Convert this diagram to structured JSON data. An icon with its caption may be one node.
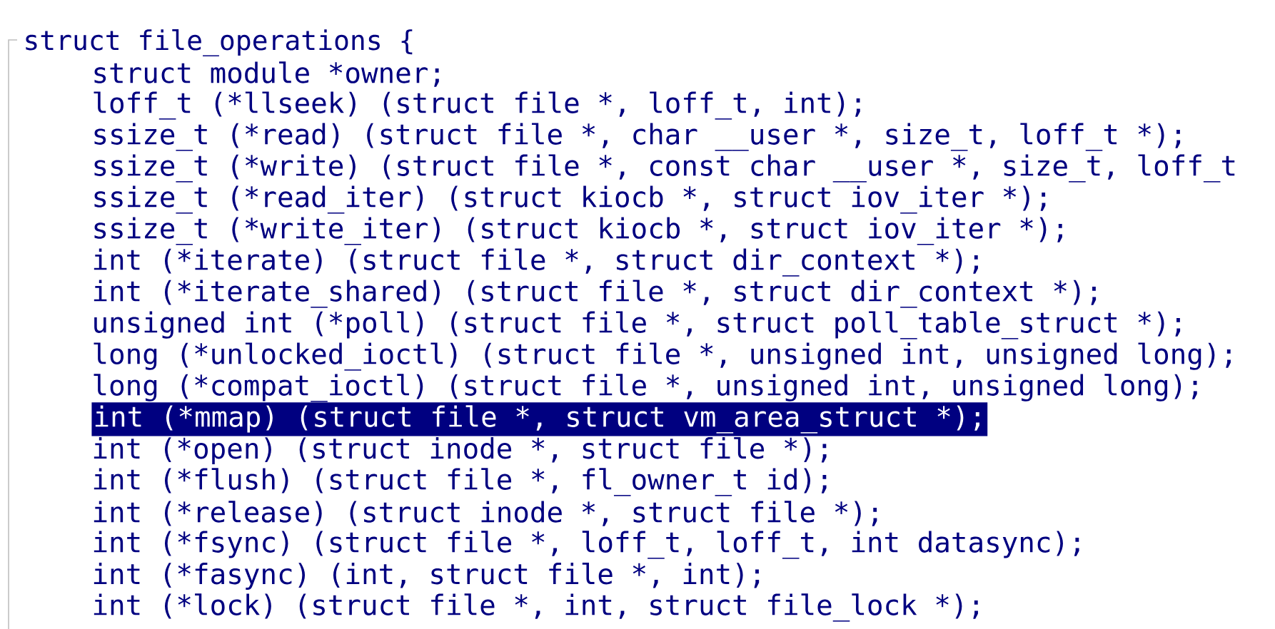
{
  "diagram": {
    "labels": [
      "struct file_operations {",
      "struct module *owner;",
      "loff_t (*llseek) (struct file *, loff_t, int);",
      "ssize_t (*read) (struct file *, char __user *, size_t, loff_t *);",
      "ssize_t (*write) (struct file *, const char __user *, size_t, loff_t",
      "ssize_t (*read_iter) (struct kiocb *, struct iov_iter *);",
      "ssize_t (*write_iter) (struct kiocb *, struct iov_iter *);",
      "int (*iterate) (struct file *, struct dir_context *);",
      "int (*iterate_shared) (struct file *, struct dir_context *);",
      "unsigned int (*poll) (struct file *, struct poll_table_struct *);",
      "long (*unlocked_ioctl) (struct file *, unsigned int, unsigned long);",
      "long (*compat_ioctl) (struct file *, unsigned int, unsigned long);",
      "int (*mmap) (struct file *, struct vm_area_struct *);",
      "int (*open) (struct inode *, struct file *);",
      "int (*flush) (struct file *, fl_owner_t id);",
      "int (*release) (struct inode *, struct file *);",
      "int (*fsync) (struct file *, loff_t, loff_t, int datasync);",
      "int (*fasync) (int, struct file *, int);",
      "int (*lock) (struct file *, int, struct file_lock *);"
    ]
  }
}
